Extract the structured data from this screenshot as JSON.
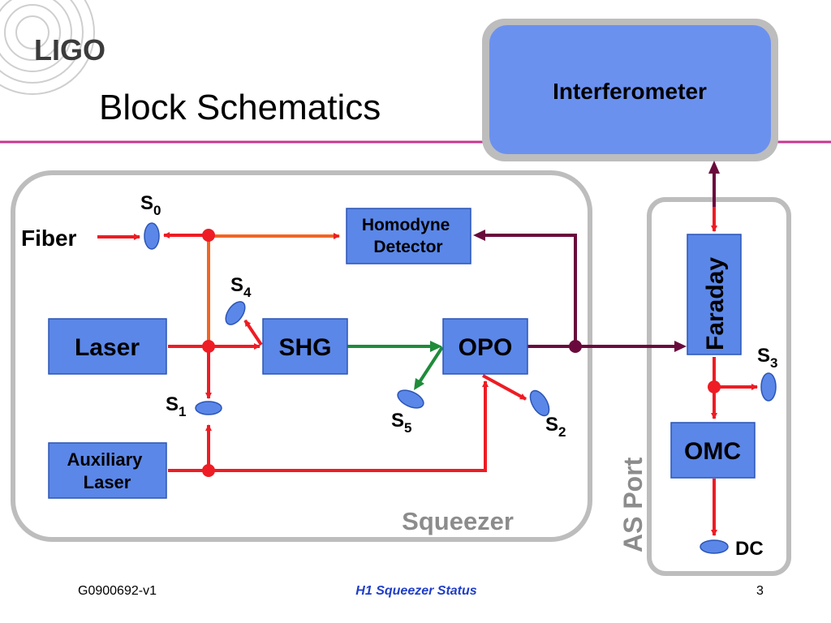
{
  "header": {
    "logo_text": "LIGO",
    "slide_title": "Block Schematics"
  },
  "blocks": {
    "interferometer": "Interferometer",
    "laser": "Laser",
    "shg": "SHG",
    "opo": "OPO",
    "homodyne": [
      "Homodyne",
      "Detector"
    ],
    "auxiliary": [
      "Auxiliary",
      "Laser"
    ],
    "faraday": "Faraday",
    "omc": "OMC"
  },
  "labels": {
    "fiber": "Fiber",
    "dc": "DC",
    "squeezer": "Squeezer",
    "as_port": "AS Port",
    "s_letter": "S",
    "s0": "0",
    "s1": "1",
    "s2": "2",
    "s3": "3",
    "s4": "4",
    "s5": "5"
  },
  "footer": {
    "doc_id": "G0900692-v1",
    "title": "H1 Squeezer Status",
    "page": "3"
  },
  "colors": {
    "block_fill": "#5b87e8",
    "interferometer_fill": "#6b91ef",
    "enclosure_stroke": "#bdbdbd",
    "beam_red": "#ee1c24",
    "beam_orange": "#f26522",
    "beam_green": "#1e8c3a",
    "beam_maroon": "#6a0a3c",
    "rule_magenta": "#c8368f",
    "footer_blue": "#1f3ec7"
  }
}
